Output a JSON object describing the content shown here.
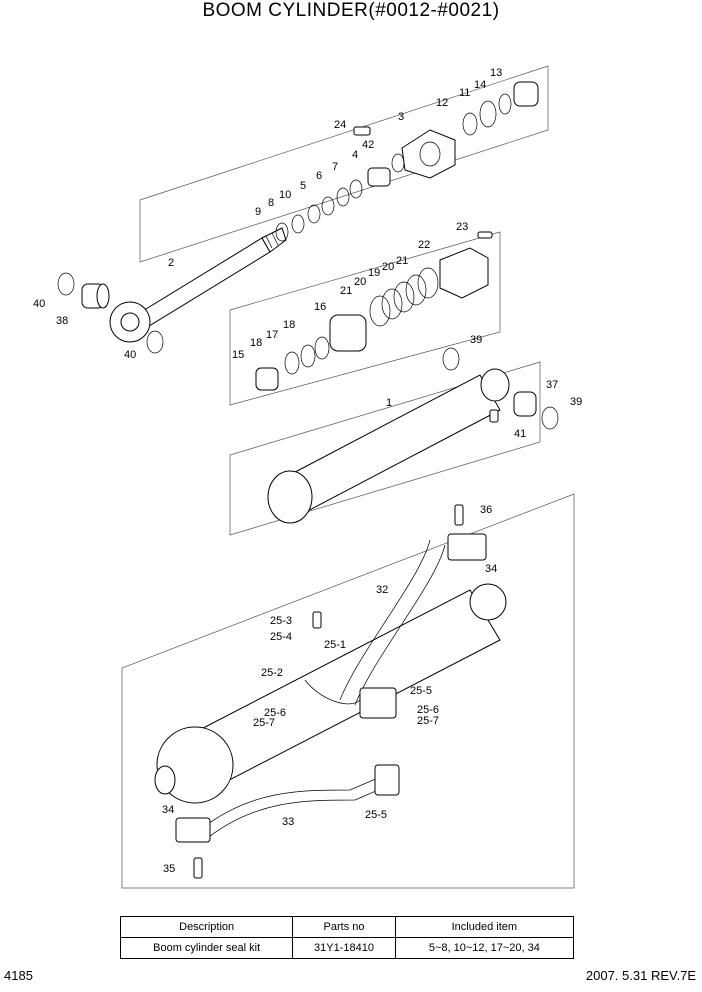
{
  "header": {
    "title": "BOOM CYLINDER(#0012-#0021)"
  },
  "callouts": {
    "c1": "1",
    "c2": "2",
    "c3": "3",
    "c4": "4",
    "c5": "5",
    "c6": "6",
    "c7": "7",
    "c8": "8",
    "c9": "9",
    "c10": "10",
    "c11": "11",
    "c12": "12",
    "c13": "13",
    "c14": "14",
    "c15": "15",
    "c16": "16",
    "c17": "17",
    "c18a": "18",
    "c18b": "18",
    "c19": "19",
    "c20a": "20",
    "c20b": "20",
    "c21a": "21",
    "c21b": "21",
    "c22": "22",
    "c23": "23",
    "c24": "24",
    "c25_1": "25-1",
    "c25_2": "25-2",
    "c25_3": "25-3",
    "c25_4": "25-4",
    "c25_5a": "25-5",
    "c25_5b": "25-5",
    "c25_6a": "25-6",
    "c25_6b": "25-6",
    "c25_7a": "25-7",
    "c25_7b": "25-7",
    "c32": "32",
    "c33": "33",
    "c34a": "34",
    "c34b": "34",
    "c35": "35",
    "c36": "36",
    "c37": "37",
    "c38": "38",
    "c39a": "39",
    "c39b": "39",
    "c40a": "40",
    "c40b": "40",
    "c41": "41",
    "c42": "42"
  },
  "kit_table": {
    "headers": [
      "Description",
      "Parts no",
      "Included item"
    ],
    "rows": [
      [
        "Boom cylinder seal kit",
        "31Y1-18410",
        "5~8, 10~12, 17~20, 34"
      ]
    ]
  },
  "footer": {
    "page_no": "4185",
    "date_rev": "2007. 5.31  REV.7E"
  }
}
